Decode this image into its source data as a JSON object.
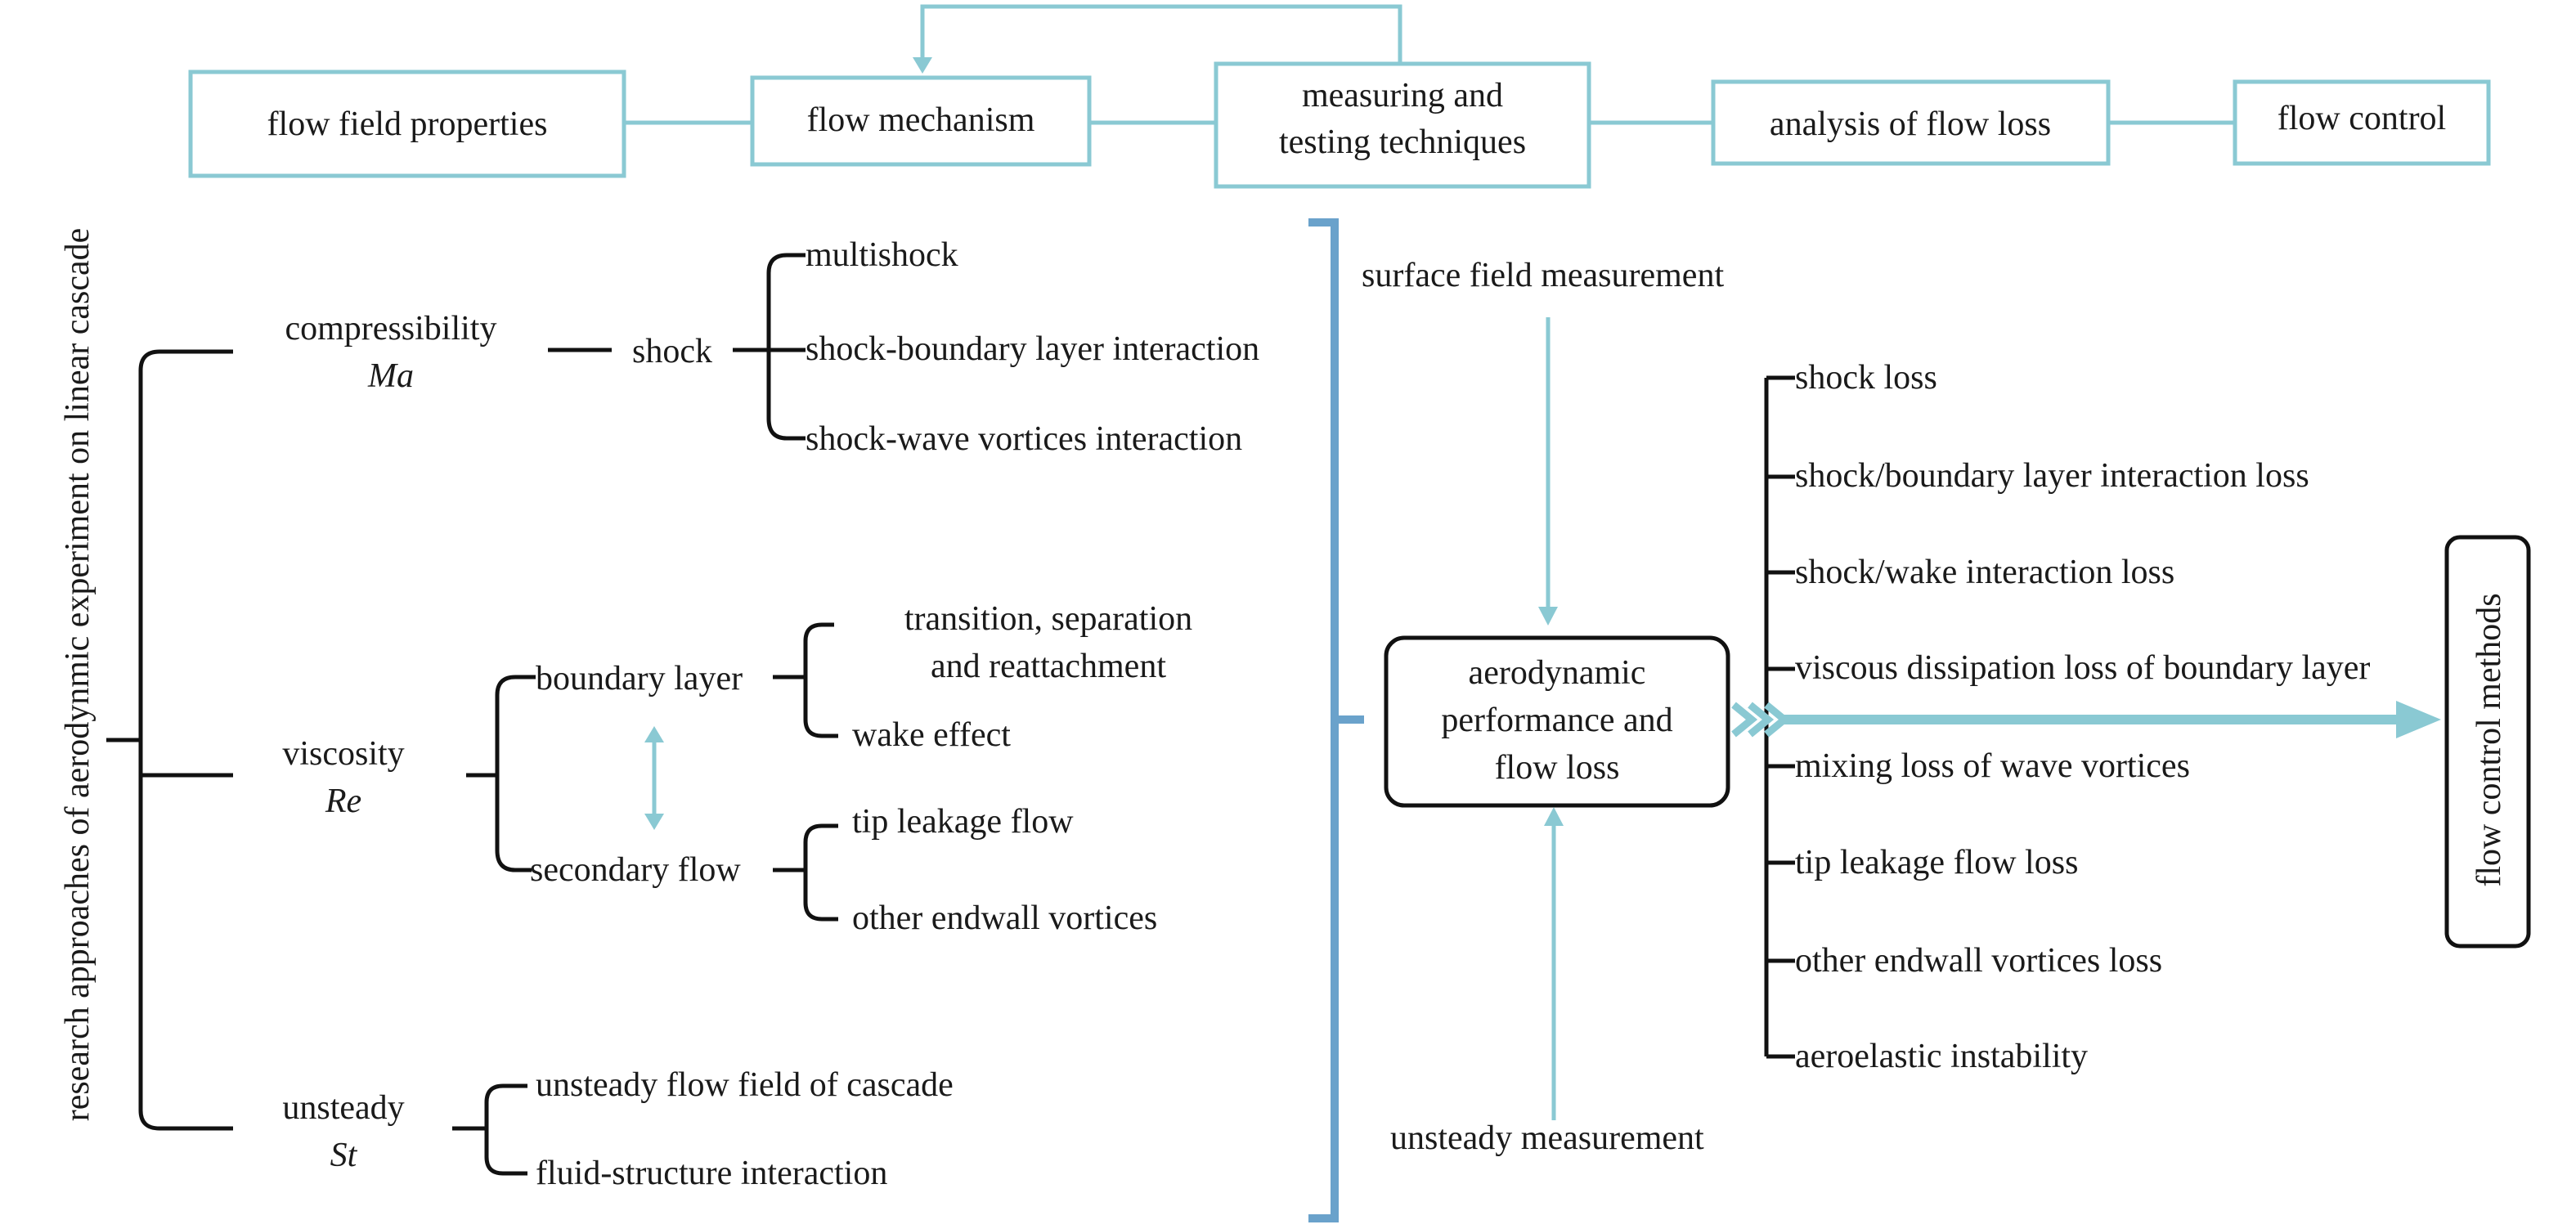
{
  "top_flow": {
    "items": [
      "flow field properties",
      "flow mechanism",
      "measuring and testing techniques",
      "analysis of flow loss",
      "flow control"
    ],
    "measuring_line1": "measuring and",
    "measuring_line2": "testing techniques"
  },
  "left_tree": {
    "root_label": "research approaches of aerodynmic experiment on linear cascade",
    "compressibility": {
      "label": "compressibility",
      "symbol": "Ma",
      "shock": {
        "label": "shock",
        "children": [
          "multishock",
          "shock-boundary layer interaction",
          "shock-wave vortices interaction"
        ]
      }
    },
    "viscosity": {
      "label": "viscosity",
      "symbol": "Re",
      "boundary_layer": {
        "label": "boundary layer",
        "children": [
          "transition, separation",
          "and reattachment",
          "wake effect"
        ]
      },
      "secondary_flow": {
        "label": "secondary flow",
        "children": [
          "tip leakage flow",
          "other endwall vortices"
        ]
      }
    },
    "unsteady": {
      "label": "unsteady",
      "symbol": "St",
      "children": [
        "unsteady flow field of cascade",
        "fluid-structure interaction"
      ]
    }
  },
  "center": {
    "surface_measurement": "surface field measurement",
    "unsteady_measurement": "unsteady measurement",
    "box_lines": [
      "aerodynamic",
      "performance and",
      "flow loss"
    ]
  },
  "loss_list": [
    "shock loss",
    "shock/boundary layer interaction loss",
    "shock/wake interaction loss",
    "viscous dissipation loss of boundary layer",
    "mixing loss of wave vortices",
    "tip leakage flow loss",
    "other endwall vortices loss",
    "aeroelastic instability"
  ],
  "right_box": "flow control methods",
  "colors": {
    "teal": "#8ac9d3",
    "steel_blue": "#6aa2cb",
    "black": "#111111"
  }
}
